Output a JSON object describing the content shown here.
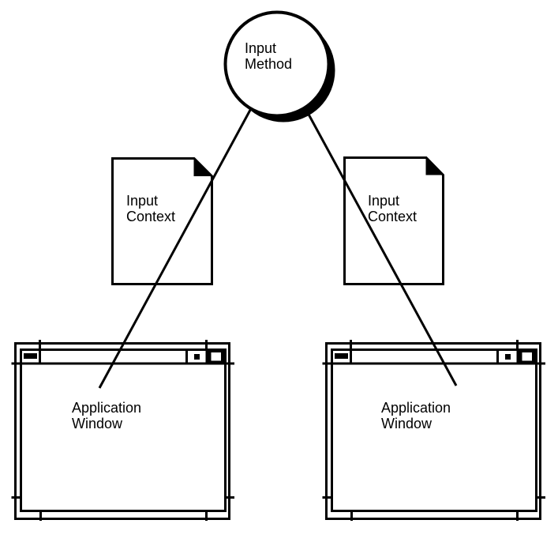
{
  "background_color": "#ffffff",
  "ink_color": "#000000",
  "nodes": {
    "input_method": {
      "label": "Input\nMethod",
      "shape": "circle-with-drop-shadow"
    },
    "input_context_left": {
      "label": "Input\nContext",
      "shape": "document-folded-corner"
    },
    "input_context_right": {
      "label": "Input\nContext",
      "shape": "document-folded-corner"
    },
    "application_window_left": {
      "label": "Application\nWindow",
      "shape": "motif-window-frame"
    },
    "application_window_right": {
      "label": "Application\nWindow",
      "shape": "motif-window-frame"
    }
  },
  "connections": [
    {
      "from": "input_method",
      "through": "input_context_left",
      "to": "application_window_left"
    },
    {
      "from": "input_method",
      "through": "input_context_right",
      "to": "application_window_right"
    }
  ]
}
